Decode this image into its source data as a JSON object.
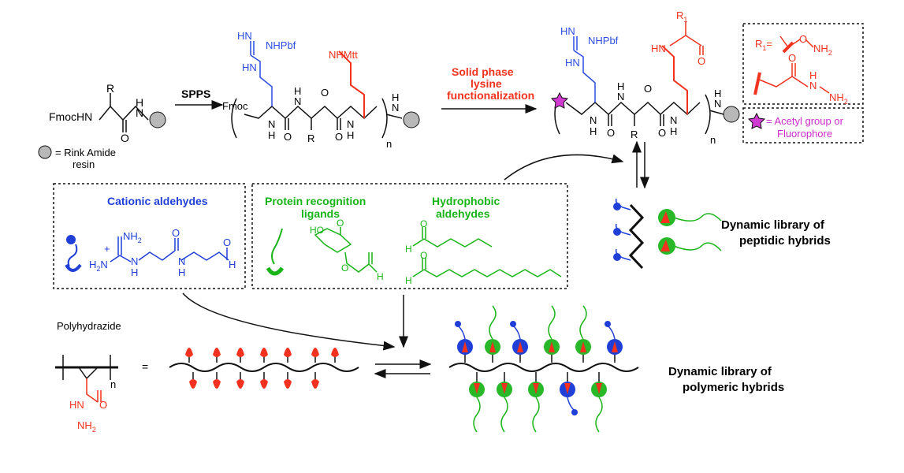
{
  "colors": {
    "blue": "#1f3fd6",
    "red": "#f2321e",
    "green": "#18b418",
    "magenta": "#cc2bcc",
    "black": "#111111"
  },
  "reactant": {
    "R": "R",
    "FmocHN": "FmocHN",
    "H": "H",
    "N": "N",
    "O": "O"
  },
  "resin_legend": {
    "line1": "= Rink Amide",
    "line2": "resin"
  },
  "sp_peptide": {
    "HN_guan": "HN",
    "NHPbf": "NHPbf",
    "HN_link": "HN",
    "NHMtt": "NHMtt",
    "Fmoc": "Fmoc",
    "N": "N",
    "H": "H",
    "O": "O",
    "R": "R",
    "n": "n"
  },
  "fn_peptide": {
    "HN_guan": "HN",
    "NHPbf": "NHPbf",
    "HN_link": "HN",
    "R1": "R",
    "R1_sub": "1",
    "HN_amide": "HN",
    "O": "O",
    "N": "N",
    "H": "H",
    "R": "R",
    "n": "n"
  },
  "arrows": {
    "spps": "SPPS",
    "solid_phase_1": "Solid phase",
    "solid_phase_2": "lysine",
    "solid_phase_3": "functionalization"
  },
  "r1_box": {
    "R1eq": "R",
    "R1eq_sub": "1",
    "eq": "=",
    "O": "O",
    "NH2": "NH",
    "NH2_sub": "2",
    "O2": "O",
    "N": "N",
    "H": "H",
    "NH2b": "NH",
    "NH2b_sub": "2"
  },
  "star_box": {
    "line1": "= Acetyl group or",
    "line2": "Fluorophore"
  },
  "cationic_box": {
    "title": "Cationic aldehydes",
    "plus": "+",
    "NH2": "NH",
    "NH2_sub": "2",
    "H2N": "H",
    "H2N_sub": "2",
    "N": "N",
    "H": "H",
    "H2": "H",
    "N2": "N",
    "H3": "H",
    "O": "O",
    "Hald": "H"
  },
  "green_box": {
    "title1_a": "Protein recognition",
    "title1_b": "ligands",
    "title2_a": "Hydrophobic",
    "title2_b": "aldehydes",
    "HO": "HO",
    "O": "O",
    "O2": "O",
    "H": "H",
    "Oa": "O",
    "Ha": "H",
    "Ob": "O",
    "Hb": "H"
  },
  "polyhydrazide": {
    "label": "Polyhydrazide",
    "eq": "=",
    "n": "n",
    "HN": "HN",
    "NH2": "NH",
    "NH2_sub": "2",
    "O": "O"
  },
  "libraries": {
    "peptidic_1": "Dynamic library of",
    "peptidic_2": "peptidic hybrids",
    "polymeric_1": "Dynamic library of",
    "polymeric_2": "polymeric hybrids"
  }
}
